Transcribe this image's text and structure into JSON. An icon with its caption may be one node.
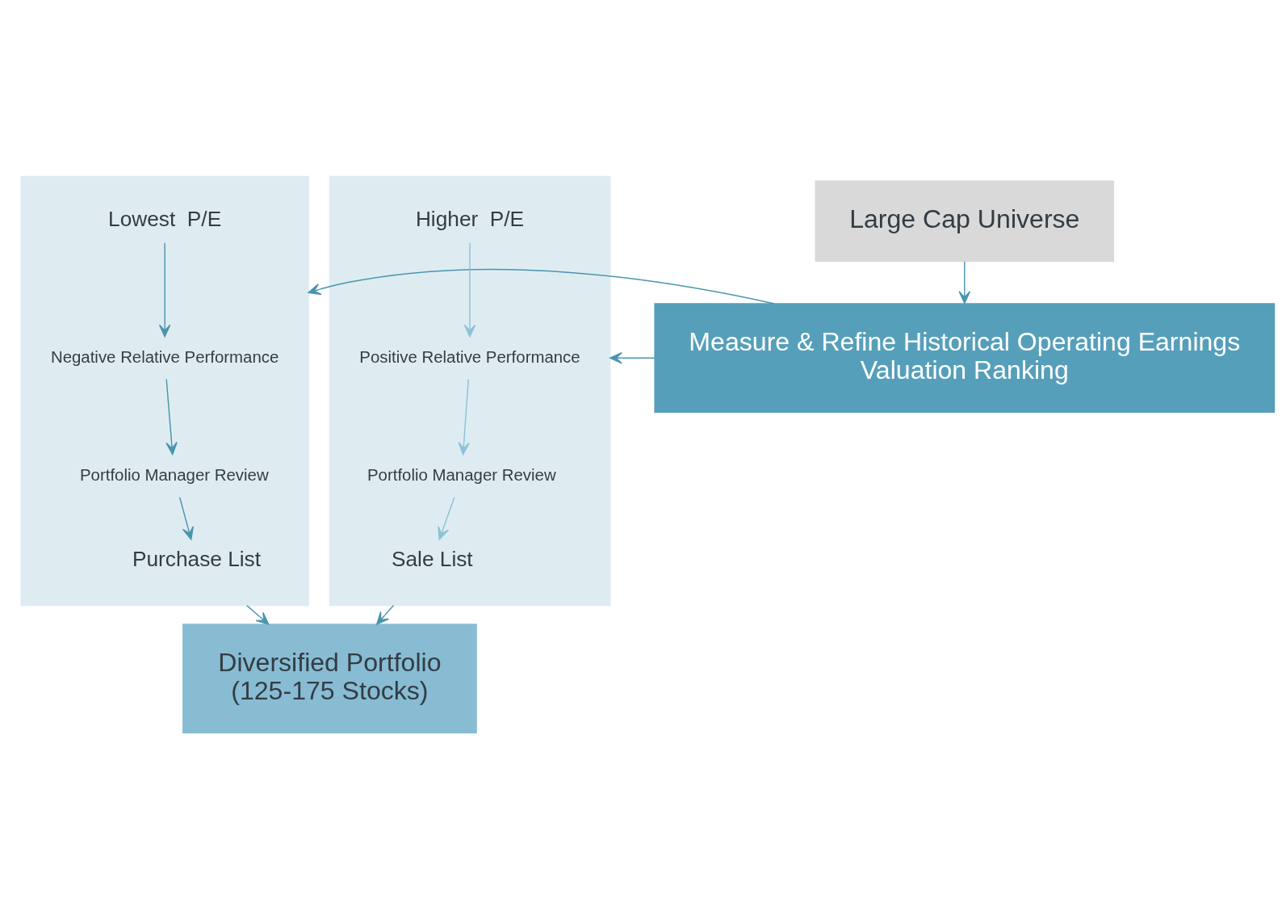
{
  "diagram": {
    "nodes": [
      {
        "text": [
          "Large Cap Universe"
        ]
      },
      {
        "text": [
          "Measure & Refine Historical Operating Earnings",
          "Valuation Ranking"
        ]
      },
      {
        "text": [],
        "shape": "box"
      },
      {
        "text": [
          "Lowest  P/E"
        ],
        "in": 2
      },
      {
        "text": [
          "Negative Relative Performance"
        ],
        "in": 2
      },
      {
        "text": [
          "Portfolio Manager Review"
        ],
        "in": 2
      },
      {
        "text": [
          "Purchase List"
        ],
        "in": 2
      },
      {
        "text": [],
        "shape": "box"
      },
      {
        "text": [
          "Higher  P/E"
        ],
        "in": 7
      },
      {
        "text": [
          "Positive Relative Performance"
        ],
        "in": 7
      },
      {
        "text": [
          "Portfolio Manager Review"
        ],
        "in": 7
      },
      {
        "text": [
          "Sale List"
        ],
        "in": 7
      },
      {
        "text": [
          "Diversified Portfolio",
          "(125-175 Stocks)"
        ]
      }
    ],
    "edges": [
      {
        "from": 0,
        "to": 1,
        "arrow": "to"
      },
      {
        "from": 1,
        "to": 2,
        "arrow": "to"
      },
      {
        "from": 1,
        "to": 7,
        "arrow": "to"
      },
      {
        "from": 3,
        "to": 4,
        "arrow": "to"
      },
      {
        "from": 4,
        "to": 5,
        "arrow": "to"
      },
      {
        "from": 5,
        "to": 6,
        "arrow": "to"
      },
      {
        "from": 8,
        "to": 9,
        "arrow": "to",
        "color": "#8cc3d6"
      },
      {
        "from": 9,
        "to": 10,
        "arrow": "to",
        "color": "#8cc3d6"
      },
      {
        "from": 10,
        "to": 11,
        "arrow": "to",
        "color": "#8cc3d6"
      },
      {
        "from": 2,
        "to": 12,
        "arrow": "to"
      },
      {
        "from": 7,
        "to": 12,
        "arrow": "to"
      }
    ]
  }
}
